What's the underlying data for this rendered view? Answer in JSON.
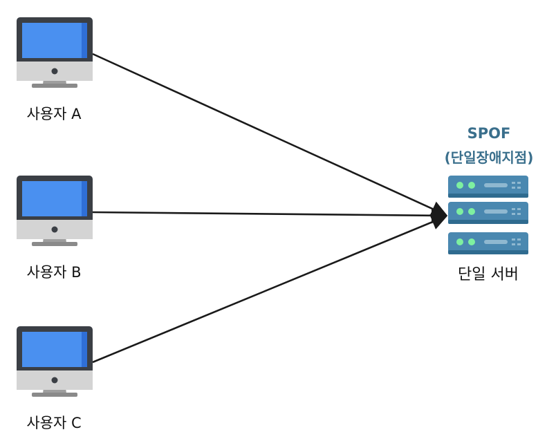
{
  "clients": [
    {
      "id": "a",
      "label": "사용자 A"
    },
    {
      "id": "b",
      "label": "사용자 B"
    },
    {
      "id": "c",
      "label": "사용자 C"
    }
  ],
  "server": {
    "label": "단일 서버",
    "annotation": {
      "title": "SPOF",
      "subtitle": "(단일장애지점)"
    }
  },
  "colors": {
    "monitor_frame": "#3b3f45",
    "monitor_screen": "#4a90f0",
    "monitor_screen_edge": "#2f6fd6",
    "monitor_chin": "#cfcfcf",
    "monitor_stand": "#9e9e9e",
    "server_rack": "#4a88b0",
    "server_rack_dark": "#2f6b8f",
    "server_led": "#7ef0a0",
    "server_slot": "#8fb8d0",
    "arrow": "#1a1a1a",
    "spof_text": "#3a6f8c"
  },
  "icons": {
    "client": "desktop-monitor-icon",
    "server": "server-rack-icon"
  }
}
